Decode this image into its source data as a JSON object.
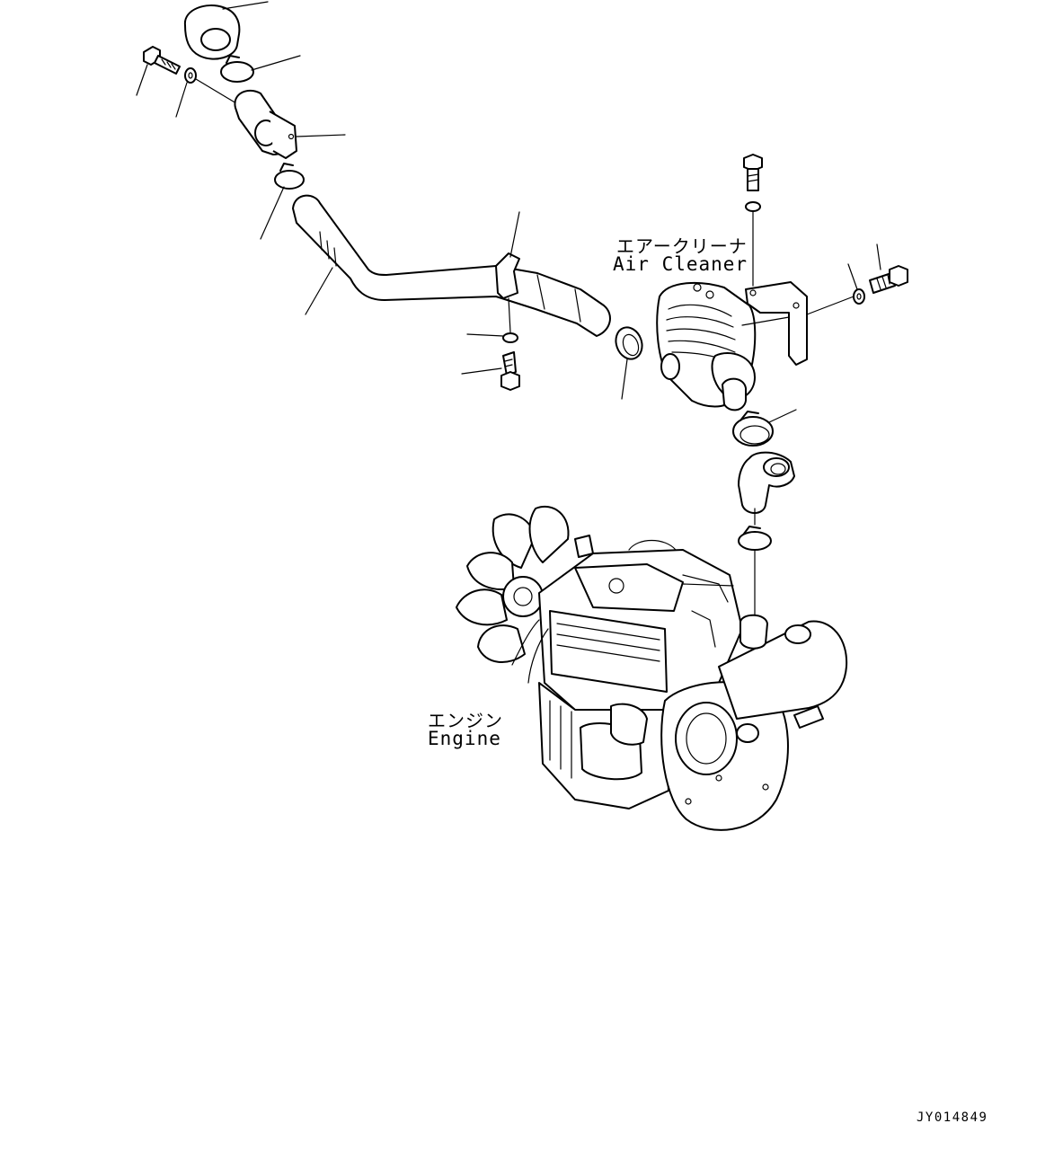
{
  "labels": {
    "air_cleaner_jp": "エアークリーナ",
    "air_cleaner_en": "Air Cleaner",
    "engine_jp": "エンジン",
    "engine_en": "Engine",
    "drawing_code": "JY014849"
  }
}
